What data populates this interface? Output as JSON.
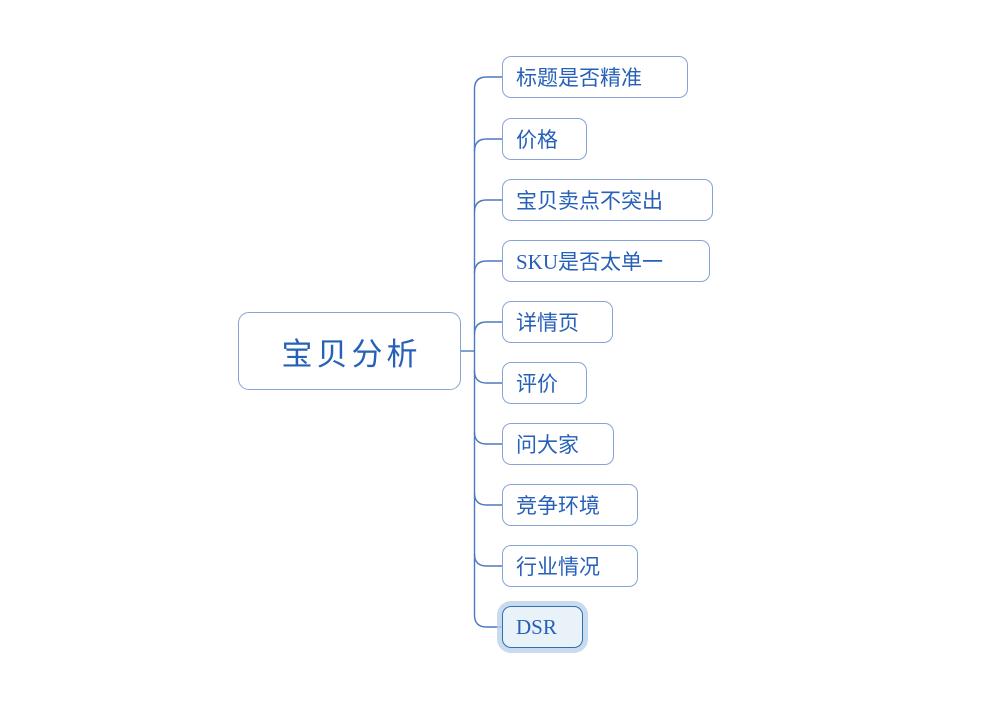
{
  "diagram": {
    "type": "mindmap",
    "root": {
      "label": "宝贝分析"
    },
    "children": [
      {
        "label": "标题是否精准",
        "selected": false
      },
      {
        "label": "价格",
        "selected": false
      },
      {
        "label": "宝贝卖点不突出",
        "selected": false
      },
      {
        "label": "SKU是否太单一",
        "selected": false
      },
      {
        "label": "详情页",
        "selected": false
      },
      {
        "label": "评价",
        "selected": false
      },
      {
        "label": "问大家",
        "selected": false
      },
      {
        "label": "竞争环境",
        "selected": false
      },
      {
        "label": "行业情况",
        "selected": false
      },
      {
        "label": "DSR",
        "selected": true
      }
    ],
    "colors": {
      "background": "#ffffff",
      "node_border": "#86a4d4",
      "node_fill": "#ffffff",
      "node_text": "#2760b8",
      "connector_line": "#4b79bd",
      "selected_border": "#2e70b4",
      "selected_fill": "#e9f1f9",
      "selected_halo": "#bcd2e8"
    }
  }
}
